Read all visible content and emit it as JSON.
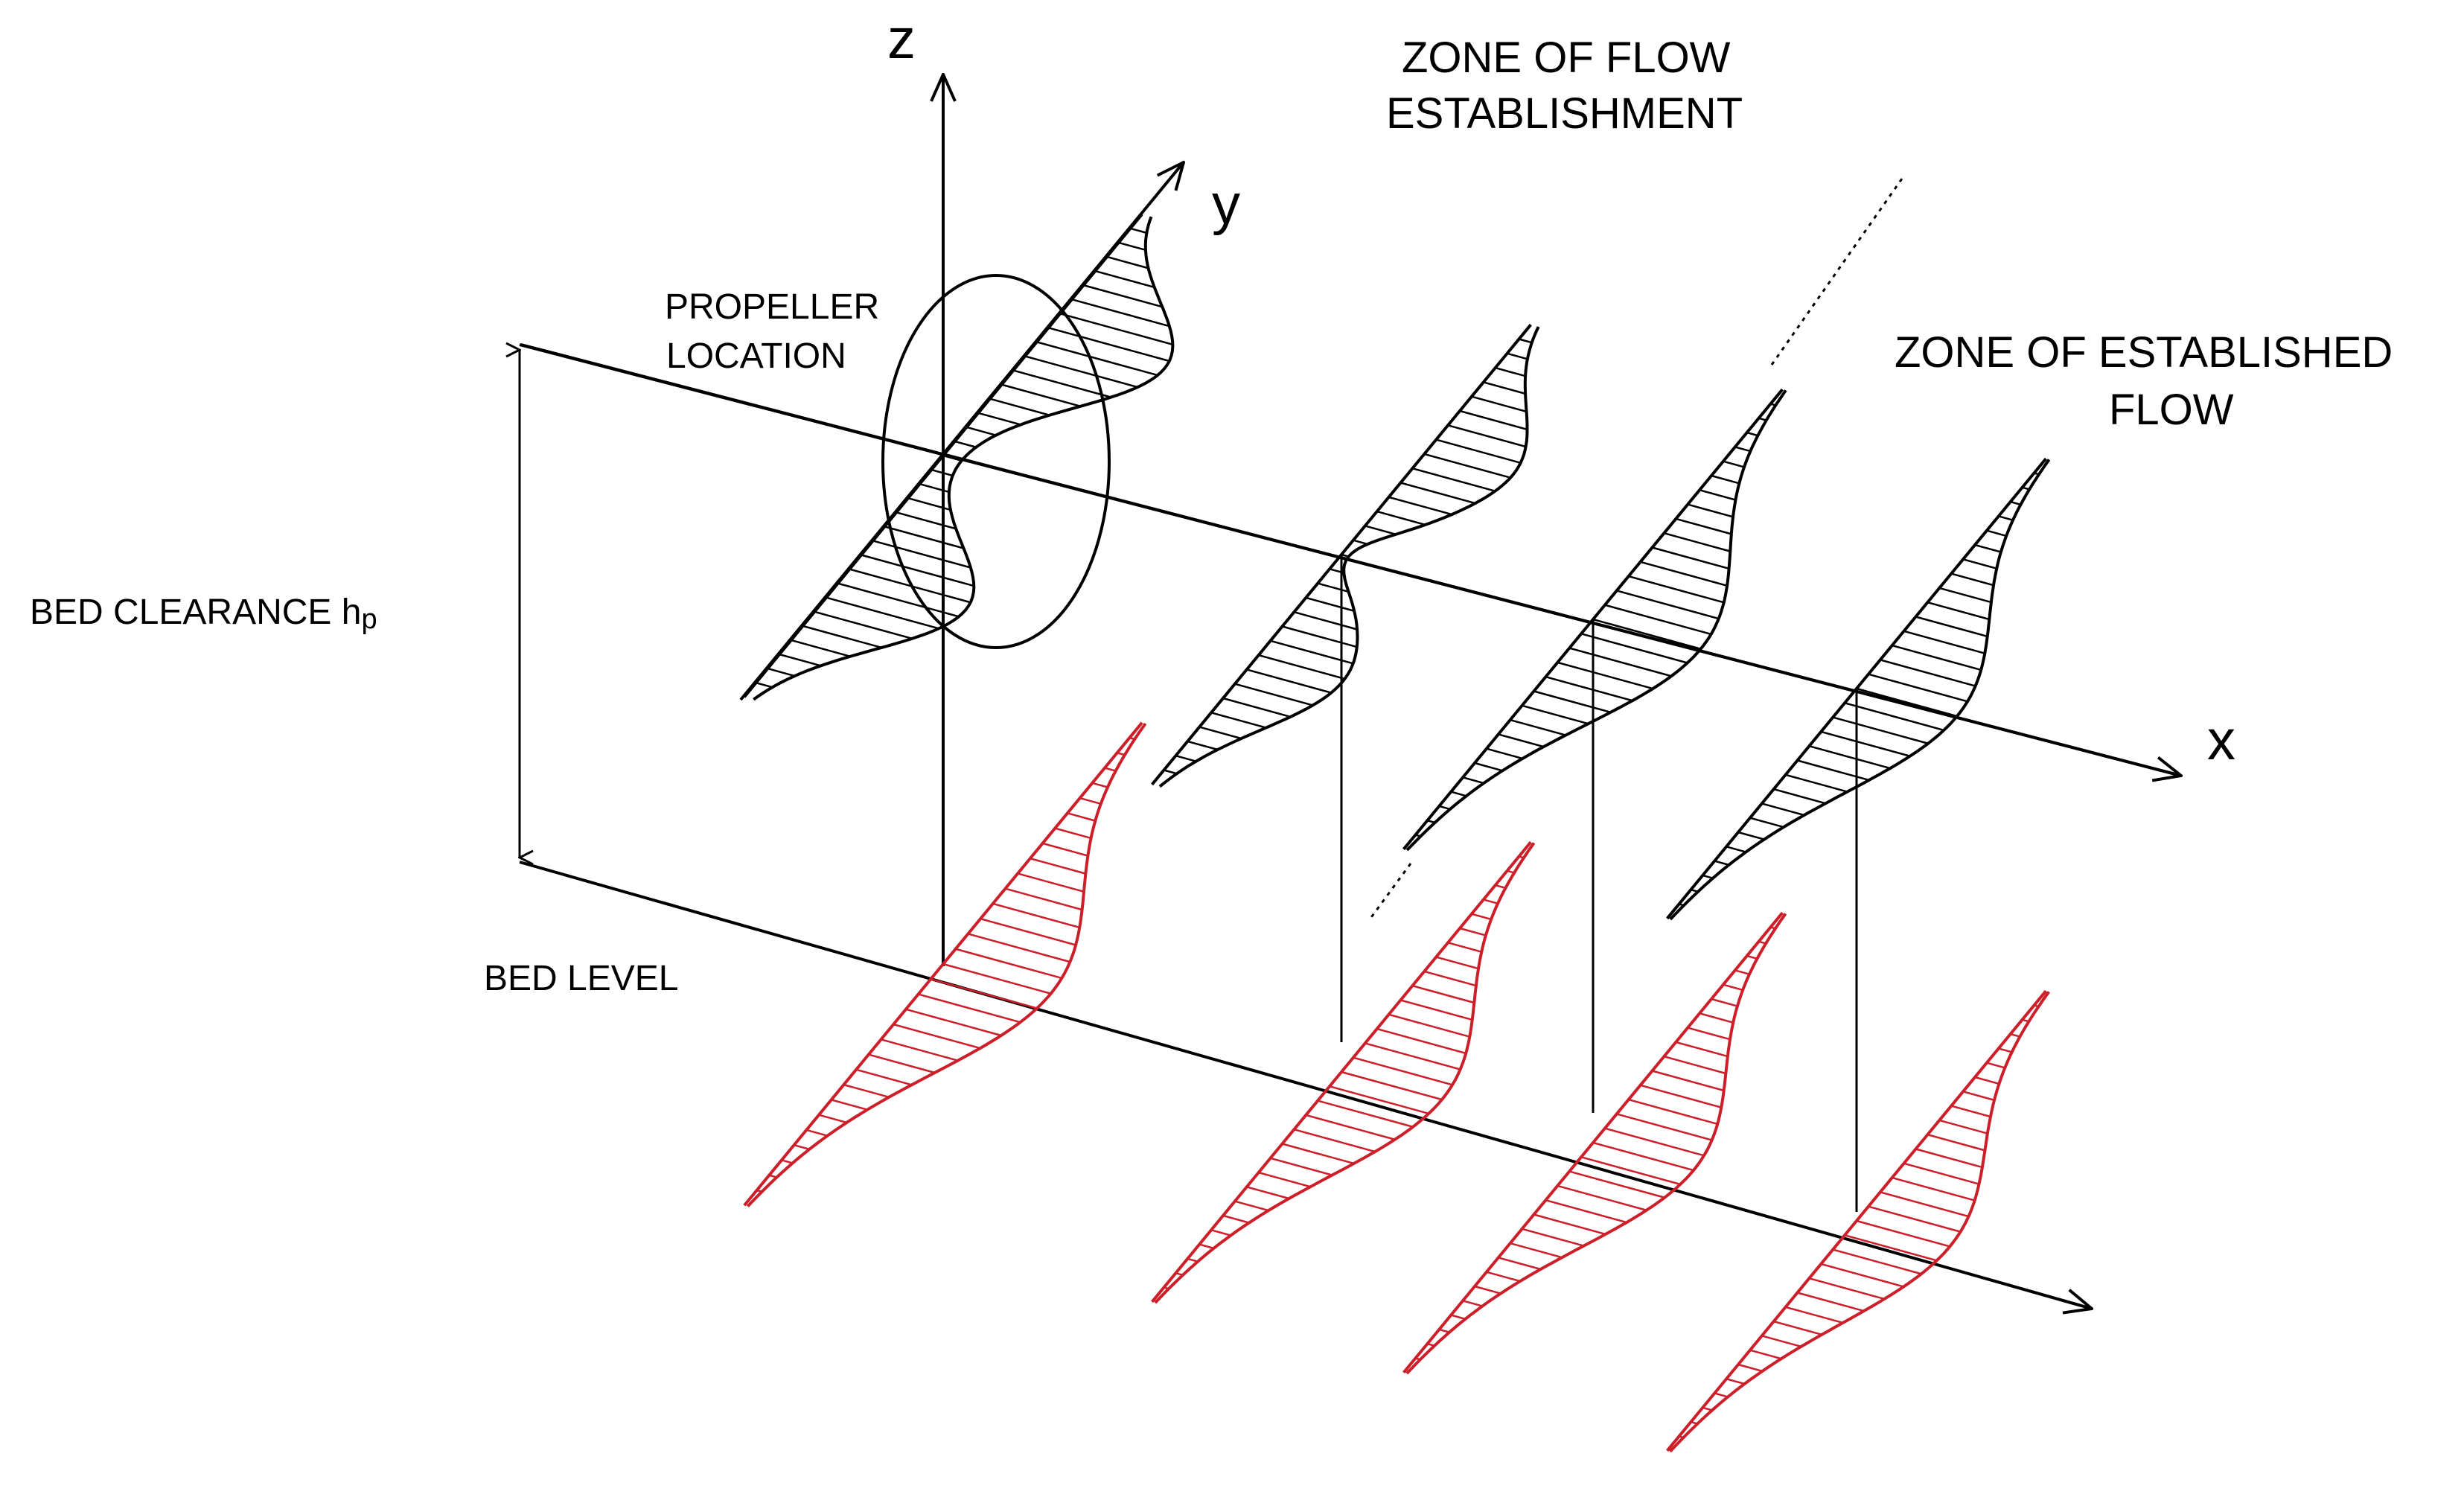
{
  "labels": {
    "z_axis": "z",
    "y_axis": "y",
    "x_axis": "x",
    "zone_flow_establishment_line1": "ZONE OF FLOW",
    "zone_flow_establishment_line2": "ESTABLISHMENT",
    "zone_established_flow_line1": "ZONE OF ESTABLISHED",
    "zone_established_flow_line2": "FLOW",
    "propeller_location_line1": "PROPELLER",
    "propeller_location_line2": "LOCATION",
    "bed_clearance": "BED CLEARANCE h",
    "bed_clearance_subscript": "p",
    "bed_level": "BED LEVEL"
  },
  "colors": {
    "ink": "#000000",
    "bed_profile": "#cc1f2a"
  }
}
